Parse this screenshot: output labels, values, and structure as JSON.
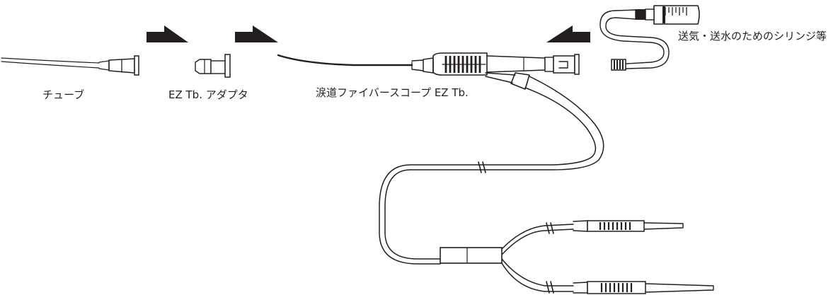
{
  "labels": {
    "tube": "チューブ",
    "adapter": "EZ Tb. アダプタ",
    "scope": "涙道ファイバースコープ EZ Tb.",
    "syringe": "送気・送水のためのシリンジ等"
  },
  "colors": {
    "line": "#231f20",
    "background": "#ffffff"
  },
  "icons": {
    "arrow_1": "right-arrow",
    "arrow_2": "right-arrow",
    "arrow_3": "left-arrow"
  }
}
